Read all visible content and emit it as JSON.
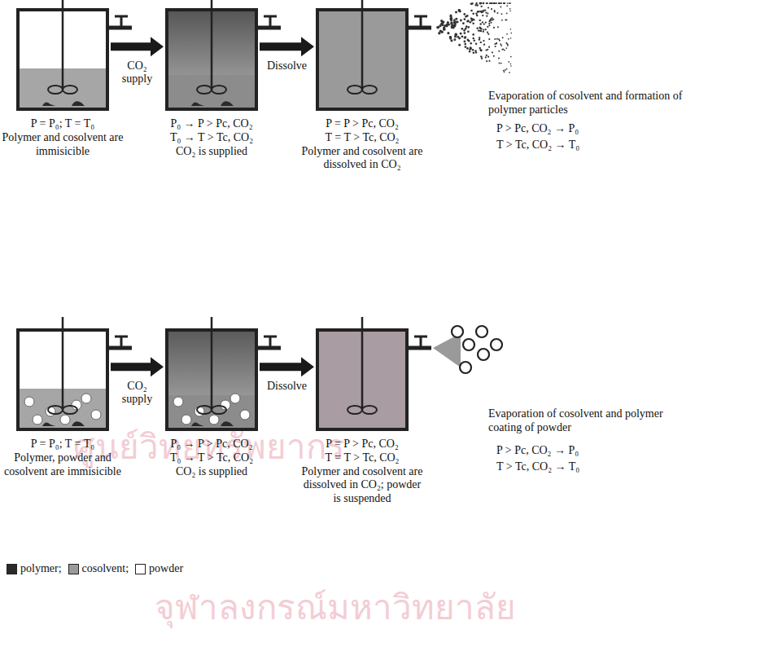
{
  "diagram": {
    "nodes": [
      {
        "text": [
          "P = P₀; T = T₀",
          "Polymer and cosolvent are immisicible"
        ]
      },
      {
        "text": [
          "P₀ → P > Pc, CO₂",
          "T₀ → T > Tc, CO₂",
          "CO₂ is supplied"
        ]
      },
      {
        "text": [
          "P = P > Pc, CO₂",
          "T = T > Tc, CO₂",
          "Polymer and cosolvent are dissolved in CO₂"
        ]
      },
      {
        "text": [
          "P = P₀; T = T₀",
          "Polymer, powder and cosolvent are immisicible"
        ]
      },
      {
        "text": [
          "P₀ → P > Pc, CO₂",
          "T₀ → T > Tc, CO₂",
          "CO₂ is supplied"
        ]
      },
      {
        "text": [
          "P = P > Pc, CO₂",
          "T = T > Tc, CO₂",
          "Polymer and cosolvent are dissolved in CO₂; powder is suspended"
        ]
      }
    ],
    "edges": [
      {
        "from": 0,
        "to": 1,
        "arrow": "to",
        "label": "CO₂ supply"
      },
      {
        "from": 1,
        "to": 2,
        "arrow": "to",
        "label": "Dissolve"
      },
      {
        "from": 3,
        "to": 4,
        "arrow": "to",
        "label": "CO₂ supply"
      },
      {
        "from": 4,
        "to": 5,
        "arrow": "to",
        "label": "Dissolve"
      }
    ],
    "labels": [
      "Evaporation of cosolvent and formation of polymer particles",
      "P > Pc, CO₂ → P₀",
      "T > Tc, CO₂ → T₀",
      "Evaporation of cosolvent and polymer coating of powder",
      "P > Pc, CO₂ → P₀",
      "T > Tc, CO₂ → T₀",
      "ศูนย์วิทยทรัพยากร",
      "จุฬาลงกรณ์มหาวิทยาลัย"
    ],
    "legend": [
      {
        "text": "polymer;",
        "color": "#2a2a2a"
      },
      {
        "text": "cosolvent;",
        "color": "#9a9a9a"
      },
      {
        "text": "powder",
        "color": "#ffffff"
      }
    ]
  }
}
